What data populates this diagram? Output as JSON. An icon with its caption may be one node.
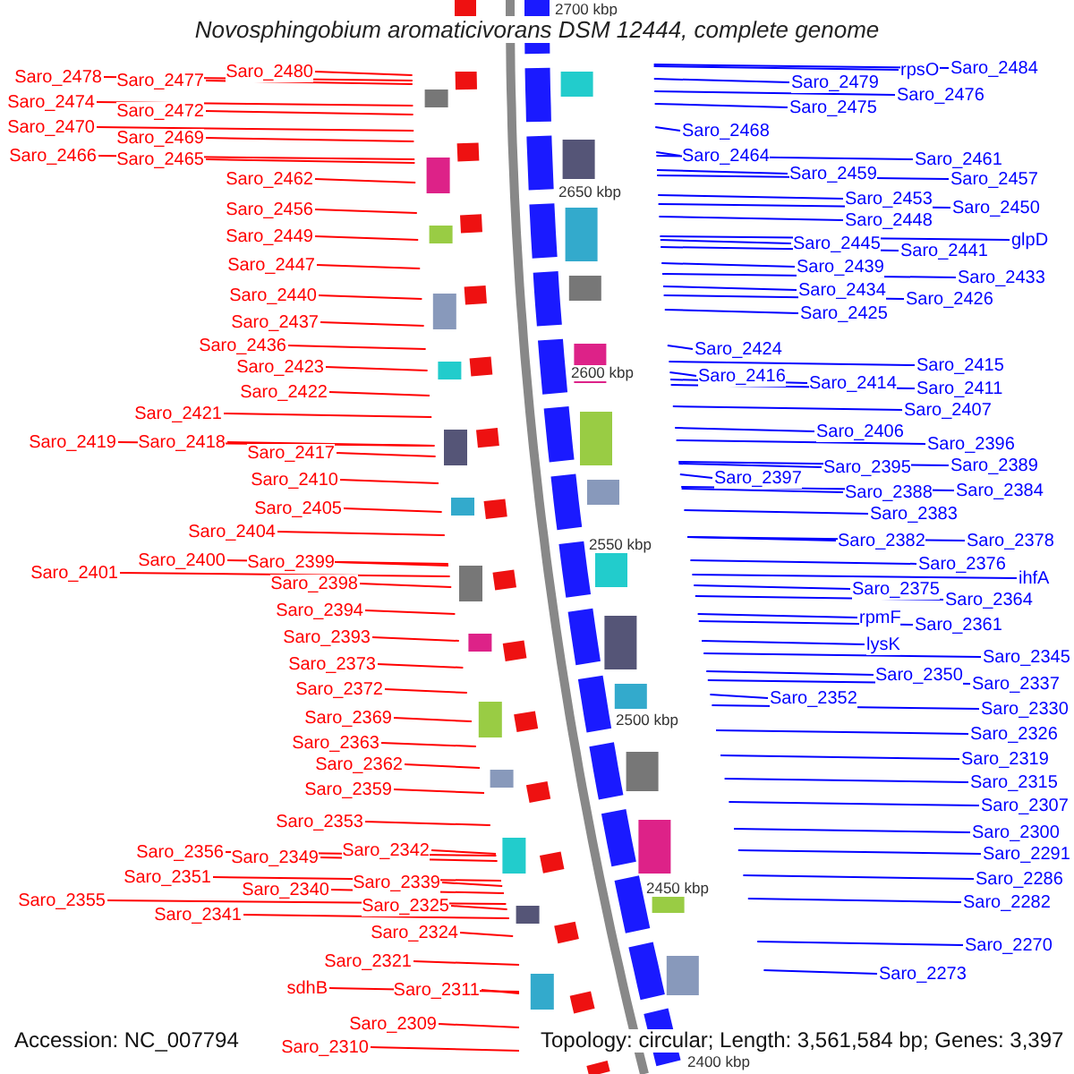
{
  "diagram": {
    "title": "Novosphingobium aromaticivorans DSM 12444, complete genome",
    "nodes": [
      {
        "text": [
          "Saro_2478"
        ]
      },
      {
        "text": [
          "Saro_2477"
        ]
      },
      {
        "text": [
          "Saro_2480"
        ]
      },
      {
        "text": [
          "Saro_2474"
        ]
      },
      {
        "text": [
          "Saro_2472"
        ]
      },
      {
        "text": [
          "Saro_2470"
        ]
      },
      {
        "text": [
          "Saro_2469"
        ]
      },
      {
        "text": [
          "Saro_2466"
        ]
      },
      {
        "text": [
          "Saro_2465"
        ]
      },
      {
        "text": [
          "Saro_2462"
        ]
      },
      {
        "text": [
          "Saro_2456"
        ]
      },
      {
        "text": [
          "Saro_2449"
        ]
      },
      {
        "text": [
          "Saro_2447"
        ]
      },
      {
        "text": [
          "Saro_2440"
        ]
      },
      {
        "text": [
          "Saro_2437"
        ]
      },
      {
        "text": [
          "Saro_2436"
        ]
      },
      {
        "text": [
          "Saro_2423"
        ]
      },
      {
        "text": [
          "Saro_2422"
        ]
      },
      {
        "text": [
          "Saro_2421"
        ]
      },
      {
        "text": [
          "Saro_2419"
        ]
      },
      {
        "text": [
          "Saro_2418"
        ]
      },
      {
        "text": [
          "Saro_2417"
        ]
      },
      {
        "text": [
          "Saro_2410"
        ]
      },
      {
        "text": [
          "Saro_2405"
        ]
      },
      {
        "text": [
          "Saro_2404"
        ]
      },
      {
        "text": [
          "Saro_2401"
        ]
      },
      {
        "text": [
          "Saro_2400"
        ]
      },
      {
        "text": [
          "Saro_2399"
        ]
      },
      {
        "text": [
          "Saro_2398"
        ]
      },
      {
        "text": [
          "Saro_2394"
        ]
      },
      {
        "text": [
          "Saro_2393"
        ]
      },
      {
        "text": [
          "Saro_2373"
        ]
      },
      {
        "text": [
          "Saro_2372"
        ]
      },
      {
        "text": [
          "Saro_2369"
        ]
      },
      {
        "text": [
          "Saro_2363"
        ]
      },
      {
        "text": [
          "Saro_2362"
        ]
      },
      {
        "text": [
          "Saro_2359"
        ]
      },
      {
        "text": [
          "Saro_2353"
        ]
      },
      {
        "text": [
          "Saro_2356"
        ]
      },
      {
        "text": [
          "Saro_2349"
        ]
      },
      {
        "text": [
          "Saro_2342"
        ]
      },
      {
        "text": [
          "Saro_2351"
        ]
      },
      {
        "text": [
          "Saro_2340"
        ]
      },
      {
        "text": [
          "Saro_2339"
        ]
      },
      {
        "text": [
          "Saro_2355"
        ]
      },
      {
        "text": [
          "Saro_2341"
        ]
      },
      {
        "text": [
          "Saro_2325"
        ]
      },
      {
        "text": [
          "Saro_2324"
        ]
      },
      {
        "text": [
          "Saro_2321"
        ]
      },
      {
        "text": [
          "sdhB"
        ]
      },
      {
        "text": [
          "Saro_2311"
        ]
      },
      {
        "text": [
          "Saro_2309"
        ]
      },
      {
        "text": [
          "Saro_2310"
        ]
      },
      {
        "text": [
          "rpsO"
        ]
      },
      {
        "text": [
          "Saro_2484"
        ]
      },
      {
        "text": [
          "Saro_2479"
        ]
      },
      {
        "text": [
          "Saro_2476"
        ]
      },
      {
        "text": [
          "Saro_2475"
        ]
      },
      {
        "text": [
          "Saro_2468"
        ]
      },
      {
        "text": [
          "Saro_2464"
        ]
      },
      {
        "text": [
          "Saro_2461"
        ]
      },
      {
        "text": [
          "Saro_2459"
        ]
      },
      {
        "text": [
          "Saro_2457"
        ]
      },
      {
        "text": [
          "Saro_2453"
        ]
      },
      {
        "text": [
          "Saro_2450"
        ]
      },
      {
        "text": [
          "Saro_2448"
        ]
      },
      {
        "text": [
          "glpD"
        ]
      },
      {
        "text": [
          "Saro_2445"
        ]
      },
      {
        "text": [
          "Saro_2441"
        ]
      },
      {
        "text": [
          "Saro_2439"
        ]
      },
      {
        "text": [
          "Saro_2433"
        ]
      },
      {
        "text": [
          "Saro_2434"
        ]
      },
      {
        "text": [
          "Saro_2426"
        ]
      },
      {
        "text": [
          "Saro_2425"
        ]
      },
      {
        "text": [
          "Saro_2424"
        ]
      },
      {
        "text": [
          "Saro_2415"
        ]
      },
      {
        "text": [
          "Saro_2416"
        ]
      },
      {
        "text": [
          "Saro_2414"
        ]
      },
      {
        "text": [
          "Saro_2411"
        ]
      },
      {
        "text": [
          "Saro_2407"
        ]
      },
      {
        "text": [
          "Saro_2406"
        ]
      },
      {
        "text": [
          "Saro_2396"
        ]
      },
      {
        "text": [
          "Saro_2389"
        ]
      },
      {
        "text": [
          "Saro_2397"
        ]
      },
      {
        "text": [
          "Saro_2395"
        ]
      },
      {
        "text": [
          "Saro_2384"
        ]
      },
      {
        "text": [
          "Saro_2388"
        ]
      },
      {
        "text": [
          "Saro_2383"
        ]
      },
      {
        "text": [
          "Saro_2382"
        ]
      },
      {
        "text": [
          "Saro_2378"
        ]
      },
      {
        "text": [
          "Saro_2376"
        ]
      },
      {
        "text": [
          "ihfA"
        ]
      },
      {
        "text": [
          "Saro_2375"
        ]
      },
      {
        "text": [
          "Saro_2364"
        ]
      },
      {
        "text": [
          "rpmF"
        ]
      },
      {
        "text": [
          "Saro_2361"
        ]
      },
      {
        "text": [
          "lysK"
        ]
      },
      {
        "text": [
          "Saro_2345"
        ]
      },
      {
        "text": [
          "Saro_2350"
        ]
      },
      {
        "text": [
          "Saro_2337"
        ]
      },
      {
        "text": [
          "Saro_2352"
        ]
      },
      {
        "text": [
          "Saro_2330"
        ]
      },
      {
        "text": [
          "Saro_2326"
        ]
      },
      {
        "text": [
          "Saro_2319"
        ]
      },
      {
        "text": [
          "Saro_2315"
        ]
      },
      {
        "text": [
          "Saro_2307"
        ]
      },
      {
        "text": [
          "Saro_2300"
        ]
      },
      {
        "text": [
          "Saro_2291"
        ]
      },
      {
        "text": [
          "Saro_2286"
        ]
      },
      {
        "text": [
          "Saro_2282"
        ]
      },
      {
        "text": [
          "Saro_2270"
        ]
      },
      {
        "text": [
          "Saro_2273"
        ]
      }
    ],
    "edges": [
      {
        "from": 0,
        "to": null,
        "arrow": "none",
        "color": "#ff0000"
      },
      {
        "from": 1,
        "to": null,
        "arrow": "none",
        "color": "#ff0000"
      },
      {
        "from": 2,
        "to": null,
        "arrow": "none",
        "color": "#ff0000"
      },
      {
        "from": 3,
        "to": null,
        "arrow": "none",
        "color": "#ff0000"
      },
      {
        "from": 4,
        "to": null,
        "arrow": "none",
        "color": "#ff0000"
      },
      {
        "from": 5,
        "to": null,
        "arrow": "none",
        "color": "#ff0000"
      },
      {
        "from": 6,
        "to": null,
        "arrow": "none",
        "color": "#ff0000"
      },
      {
        "from": 7,
        "to": null,
        "arrow": "none",
        "color": "#ff0000"
      },
      {
        "from": 8,
        "to": null,
        "arrow": "none",
        "color": "#ff0000"
      },
      {
        "from": 9,
        "to": null,
        "arrow": "none",
        "color": "#ff0000"
      },
      {
        "from": 10,
        "to": null,
        "arrow": "none",
        "color": "#ff0000"
      },
      {
        "from": 11,
        "to": null,
        "arrow": "none",
        "color": "#ff0000"
      },
      {
        "from": 12,
        "to": null,
        "arrow": "none",
        "color": "#ff0000"
      },
      {
        "from": 13,
        "to": null,
        "arrow": "none",
        "color": "#ff0000"
      },
      {
        "from": 14,
        "to": null,
        "arrow": "none",
        "color": "#ff0000"
      },
      {
        "from": 15,
        "to": null,
        "arrow": "none",
        "color": "#ff0000"
      },
      {
        "from": 16,
        "to": null,
        "arrow": "none",
        "color": "#ff0000"
      },
      {
        "from": 17,
        "to": null,
        "arrow": "none",
        "color": "#ff0000"
      },
      {
        "from": 18,
        "to": null,
        "arrow": "none",
        "color": "#ff0000"
      },
      {
        "from": 19,
        "to": null,
        "arrow": "none",
        "color": "#ff0000"
      },
      {
        "from": 20,
        "to": null,
        "arrow": "none",
        "color": "#ff0000"
      },
      {
        "from": 21,
        "to": null,
        "arrow": "none",
        "color": "#ff0000"
      },
      {
        "from": 22,
        "to": null,
        "arrow": "none",
        "color": "#ff0000"
      },
      {
        "from": 23,
        "to": null,
        "arrow": "none",
        "color": "#ff0000"
      },
      {
        "from": 24,
        "to": null,
        "arrow": "none",
        "color": "#ff0000"
      },
      {
        "from": 25,
        "to": null,
        "arrow": "none",
        "color": "#ff0000"
      },
      {
        "from": 26,
        "to": null,
        "arrow": "none",
        "color": "#ff0000"
      },
      {
        "from": 27,
        "to": null,
        "arrow": "none",
        "color": "#ff0000"
      },
      {
        "from": 28,
        "to": null,
        "arrow": "none",
        "color": "#ff0000"
      },
      {
        "from": 29,
        "to": null,
        "arrow": "none",
        "color": "#ff0000"
      },
      {
        "from": 30,
        "to": null,
        "arrow": "none",
        "color": "#ff0000"
      },
      {
        "from": 31,
        "to": null,
        "arrow": "none",
        "color": "#ff0000"
      },
      {
        "from": 32,
        "to": null,
        "arrow": "none",
        "color": "#ff0000"
      },
      {
        "from": 33,
        "to": null,
        "arrow": "none",
        "color": "#ff0000"
      },
      {
        "from": 34,
        "to": null,
        "arrow": "none",
        "color": "#ff0000"
      },
      {
        "from": 35,
        "to": null,
        "arrow": "none",
        "color": "#ff0000"
      },
      {
        "from": 36,
        "to": null,
        "arrow": "none",
        "color": "#ff0000"
      },
      {
        "from": 37,
        "to": null,
        "arrow": "none",
        "color": "#ff0000"
      },
      {
        "from": 38,
        "to": null,
        "arrow": "none",
        "color": "#ff0000"
      },
      {
        "from": 39,
        "to": null,
        "arrow": "none",
        "color": "#ff0000"
      },
      {
        "from": 40,
        "to": null,
        "arrow": "none",
        "color": "#ff0000"
      },
      {
        "from": 41,
        "to": null,
        "arrow": "none",
        "color": "#ff0000"
      },
      {
        "from": 42,
        "to": null,
        "arrow": "none",
        "color": "#ff0000"
      },
      {
        "from": 43,
        "to": null,
        "arrow": "none",
        "color": "#ff0000"
      },
      {
        "from": 44,
        "to": null,
        "arrow": "none",
        "color": "#ff0000"
      },
      {
        "from": 45,
        "to": null,
        "arrow": "none",
        "color": "#ff0000"
      },
      {
        "from": 46,
        "to": null,
        "arrow": "none",
        "color": "#ff0000"
      },
      {
        "from": 47,
        "to": null,
        "arrow": "none",
        "color": "#ff0000"
      },
      {
        "from": 48,
        "to": null,
        "arrow": "none",
        "color": "#ff0000"
      },
      {
        "from": 49,
        "to": null,
        "arrow": "none",
        "color": "#ff0000"
      },
      {
        "from": 50,
        "to": null,
        "arrow": "none",
        "color": "#ff0000"
      },
      {
        "from": 51,
        "to": null,
        "arrow": "none",
        "color": "#ff0000"
      },
      {
        "from": 52,
        "to": null,
        "arrow": "none",
        "color": "#ff0000"
      },
      {
        "from": 53,
        "to": null,
        "arrow": "none",
        "color": "#0000ff"
      },
      {
        "from": 54,
        "to": null,
        "arrow": "none",
        "color": "#0000ff"
      },
      {
        "from": 55,
        "to": null,
        "arrow": "none",
        "color": "#0000ff"
      },
      {
        "from": 56,
        "to": null,
        "arrow": "none",
        "color": "#0000ff"
      },
      {
        "from": 57,
        "to": null,
        "arrow": "none",
        "color": "#0000ff"
      },
      {
        "from": 58,
        "to": null,
        "arrow": "none",
        "color": "#0000ff"
      },
      {
        "from": 59,
        "to": null,
        "arrow": "none",
        "color": "#0000ff"
      },
      {
        "from": 60,
        "to": null,
        "arrow": "none",
        "color": "#0000ff"
      },
      {
        "from": 61,
        "to": null,
        "arrow": "none",
        "color": "#0000ff"
      },
      {
        "from": 62,
        "to": null,
        "arrow": "none",
        "color": "#0000ff"
      },
      {
        "from": 63,
        "to": null,
        "arrow": "none",
        "color": "#0000ff"
      },
      {
        "from": 64,
        "to": null,
        "arrow": "none",
        "color": "#0000ff"
      },
      {
        "from": 65,
        "to": null,
        "arrow": "none",
        "color": "#0000ff"
      },
      {
        "from": 66,
        "to": null,
        "arrow": "none",
        "color": "#0000ff"
      },
      {
        "from": 67,
        "to": null,
        "arrow": "none",
        "color": "#0000ff"
      },
      {
        "from": 68,
        "to": null,
        "arrow": "none",
        "color": "#0000ff"
      },
      {
        "from": 69,
        "to": null,
        "arrow": "none",
        "color": "#0000ff"
      },
      {
        "from": 70,
        "to": null,
        "arrow": "none",
        "color": "#0000ff"
      },
      {
        "from": 71,
        "to": null,
        "arrow": "none",
        "color": "#0000ff"
      },
      {
        "from": 72,
        "to": null,
        "arrow": "none",
        "color": "#0000ff"
      },
      {
        "from": 73,
        "to": null,
        "arrow": "none",
        "color": "#0000ff"
      },
      {
        "from": 74,
        "to": null,
        "arrow": "none",
        "color": "#0000ff"
      },
      {
        "from": 75,
        "to": null,
        "arrow": "none",
        "color": "#0000ff"
      },
      {
        "from": 76,
        "to": null,
        "arrow": "none",
        "color": "#0000ff"
      },
      {
        "from": 77,
        "to": null,
        "arrow": "none",
        "color": "#0000ff"
      },
      {
        "from": 78,
        "to": null,
        "arrow": "none",
        "color": "#0000ff"
      },
      {
        "from": 79,
        "to": null,
        "arrow": "none",
        "color": "#0000ff"
      },
      {
        "from": 80,
        "to": null,
        "arrow": "none",
        "color": "#0000ff"
      },
      {
        "from": 81,
        "to": null,
        "arrow": "none",
        "color": "#0000ff"
      },
      {
        "from": 82,
        "to": null,
        "arrow": "none",
        "color": "#0000ff"
      },
      {
        "from": 83,
        "to": null,
        "arrow": "none",
        "color": "#0000ff"
      },
      {
        "from": 84,
        "to": null,
        "arrow": "none",
        "color": "#0000ff"
      },
      {
        "from": 85,
        "to": null,
        "arrow": "none",
        "color": "#0000ff"
      },
      {
        "from": 86,
        "to": null,
        "arrow": "none",
        "color": "#0000ff"
      },
      {
        "from": 87,
        "to": null,
        "arrow": "none",
        "color": "#0000ff"
      },
      {
        "from": 88,
        "to": null,
        "arrow": "none",
        "color": "#0000ff"
      },
      {
        "from": 89,
        "to": null,
        "arrow": "none",
        "color": "#0000ff"
      },
      {
        "from": 90,
        "to": null,
        "arrow": "none",
        "color": "#0000ff"
      },
      {
        "from": 91,
        "to": null,
        "arrow": "none",
        "color": "#0000ff"
      },
      {
        "from": 92,
        "to": null,
        "arrow": "none",
        "color": "#0000ff"
      },
      {
        "from": 93,
        "to": null,
        "arrow": "none",
        "color": "#0000ff"
      },
      {
        "from": 94,
        "to": null,
        "arrow": "none",
        "color": "#0000ff"
      },
      {
        "from": 95,
        "to": null,
        "arrow": "none",
        "color": "#0000ff"
      },
      {
        "from": 96,
        "to": null,
        "arrow": "none",
        "color": "#0000ff"
      },
      {
        "from": 97,
        "to": null,
        "arrow": "none",
        "color": "#0000ff"
      },
      {
        "from": 98,
        "to": null,
        "arrow": "none",
        "color": "#0000ff"
      },
      {
        "from": 99,
        "to": null,
        "arrow": "none",
        "color": "#0000ff"
      },
      {
        "from": 100,
        "to": null,
        "arrow": "none",
        "color": "#0000ff"
      },
      {
        "from": 101,
        "to": null,
        "arrow": "none",
        "color": "#0000ff"
      },
      {
        "from": 102,
        "to": null,
        "arrow": "none",
        "color": "#0000ff"
      },
      {
        "from": 103,
        "to": null,
        "arrow": "none",
        "color": "#0000ff"
      },
      {
        "from": 104,
        "to": null,
        "arrow": "none",
        "color": "#0000ff"
      },
      {
        "from": 105,
        "to": null,
        "arrow": "none",
        "color": "#0000ff"
      },
      {
        "from": 106,
        "to": null,
        "arrow": "none",
        "color": "#0000ff"
      },
      {
        "from": 107,
        "to": null,
        "arrow": "none",
        "color": "#0000ff"
      },
      {
        "from": 108,
        "to": null,
        "arrow": "none",
        "color": "#0000ff"
      },
      {
        "from": 109,
        "to": null,
        "arrow": "none",
        "color": "#0000ff"
      },
      {
        "from": 110,
        "to": null,
        "arrow": "none",
        "color": "#0000ff"
      },
      {
        "from": 111,
        "to": null,
        "arrow": "none",
        "color": "#0000ff"
      }
    ],
    "labels": [
      "2700 kbp",
      "2650 kbp",
      "2600 kbp",
      "2550 kbp",
      "2500 kbp",
      "2450 kbp",
      "2400 kbp",
      "Accession: NC_007794",
      "Topology: circular; Length: 3,561,584 bp; Genes: 3,397"
    ]
  }
}
